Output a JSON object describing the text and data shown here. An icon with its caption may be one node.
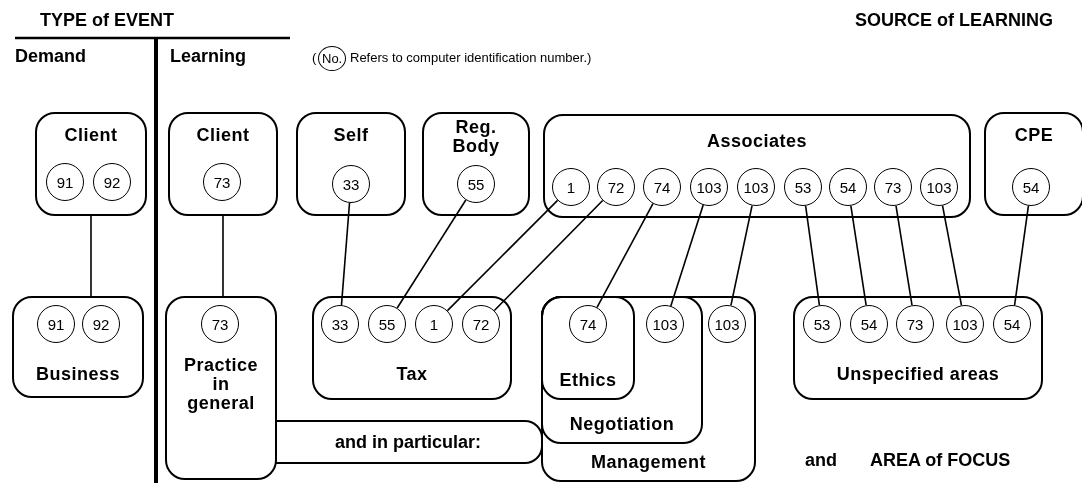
{
  "diagram": {
    "nodes": [
      {
        "text": [
          "Client"
        ]
      },
      {
        "text": [
          "91"
        ],
        "in": 0
      },
      {
        "text": [
          "92"
        ],
        "in": 0
      },
      {
        "text": [
          "Client"
        ]
      },
      {
        "text": [
          "73"
        ],
        "in": 3
      },
      {
        "text": [
          "Self"
        ]
      },
      {
        "text": [
          "33"
        ],
        "in": 5
      },
      {
        "text": [
          "Reg. Body"
        ]
      },
      {
        "text": [
          "55"
        ],
        "in": 7
      },
      {
        "text": [
          "Associates"
        ]
      },
      {
        "text": [
          "1"
        ],
        "in": 9
      },
      {
        "text": [
          "72"
        ],
        "in": 9
      },
      {
        "text": [
          "74"
        ],
        "in": 9
      },
      {
        "text": [
          "103"
        ],
        "in": 9
      },
      {
        "text": [
          "103"
        ],
        "in": 9
      },
      {
        "text": [
          "53"
        ],
        "in": 9
      },
      {
        "text": [
          "54"
        ],
        "in": 9
      },
      {
        "text": [
          "73"
        ],
        "in": 9
      },
      {
        "text": [
          "103"
        ],
        "in": 9
      },
      {
        "text": [
          "CPE"
        ]
      },
      {
        "text": [
          "54"
        ],
        "in": 19
      },
      {
        "text": [
          "Business"
        ]
      },
      {
        "text": [
          "91"
        ],
        "in": 21
      },
      {
        "text": [
          "92"
        ],
        "in": 21
      },
      {
        "text": [
          "Practice in general"
        ]
      },
      {
        "text": [
          "73"
        ],
        "in": 24
      },
      {
        "text": [
          "and in particular:"
        ]
      },
      {
        "text": [
          "Tax"
        ]
      },
      {
        "text": [
          "33"
        ],
        "in": 27
      },
      {
        "text": [
          "55"
        ],
        "in": 27
      },
      {
        "text": [
          "1"
        ],
        "in": 27
      },
      {
        "text": [
          "72"
        ],
        "in": 27
      },
      {
        "text": [
          "Management"
        ]
      },
      {
        "text": [
          "Negotiation"
        ],
        "in": 32
      },
      {
        "text": [
          "Ethics"
        ],
        "in": 33
      },
      {
        "text": [
          "74"
        ],
        "in": 34
      },
      {
        "text": [
          "103"
        ],
        "in": 33
      },
      {
        "text": [
          "103"
        ],
        "in": 32
      },
      {
        "text": [
          "Unspecified areas"
        ]
      },
      {
        "text": [
          "53"
        ],
        "in": 38
      },
      {
        "text": [
          "54"
        ],
        "in": 38
      },
      {
        "text": [
          "73"
        ],
        "in": 38
      },
      {
        "text": [
          "103"
        ],
        "in": 38
      },
      {
        "text": [
          "54"
        ],
        "in": 38
      }
    ],
    "edges": [
      {
        "from": 0,
        "to": 21,
        "arrow": "none"
      },
      {
        "from": 3,
        "to": 24,
        "arrow": "none"
      },
      {
        "from": 6,
        "to": 28,
        "arrow": "none"
      },
      {
        "from": 8,
        "to": 29,
        "arrow": "none"
      },
      {
        "from": 10,
        "to": 30,
        "arrow": "none"
      },
      {
        "from": 11,
        "to": 31,
        "arrow": "none"
      },
      {
        "from": 12,
        "to": 35,
        "arrow": "none"
      },
      {
        "from": 13,
        "to": 36,
        "arrow": "none"
      },
      {
        "from": 14,
        "to": 37,
        "arrow": "none"
      },
      {
        "from": 15,
        "to": 39,
        "arrow": "none"
      },
      {
        "from": 16,
        "to": 40,
        "arrow": "none"
      },
      {
        "from": 17,
        "to": 41,
        "arrow": "none"
      },
      {
        "from": 18,
        "to": 42,
        "arrow": "none"
      },
      {
        "from": 20,
        "to": 43,
        "arrow": "none"
      }
    ],
    "labels": [
      "TYPE of EVENT",
      "SOURCE of LEARNING",
      "Demand",
      "Learning",
      "(",
      "No.",
      "Refers to computer identification number.)",
      "and",
      "AREA of FOCUS"
    ]
  }
}
